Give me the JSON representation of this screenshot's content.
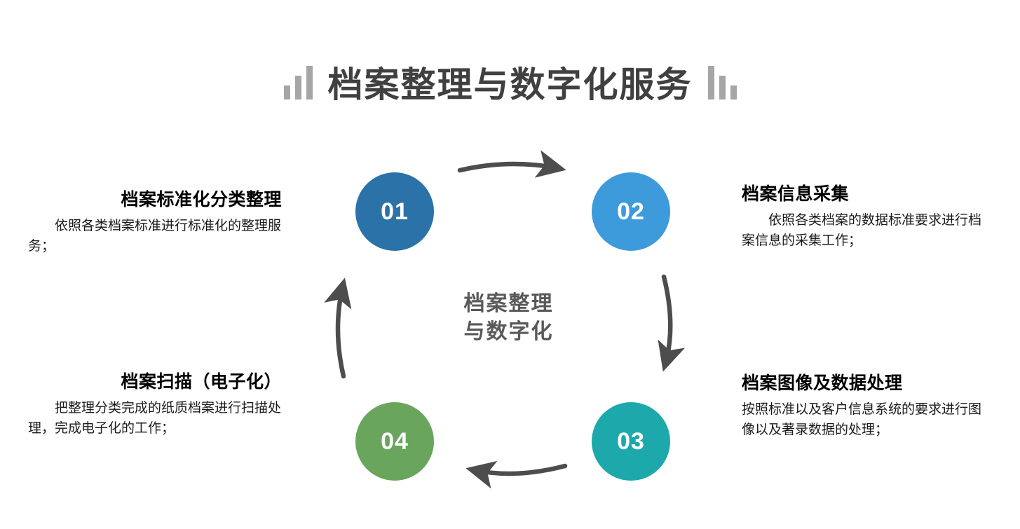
{
  "header": {
    "title": "档案整理与数字化服务",
    "decoration_left": "ascending-bars-icon",
    "decoration_right": "descending-bars-icon"
  },
  "center": {
    "line1": "档案整理",
    "line2": "与数字化",
    "color": "#595959"
  },
  "colors": {
    "node_01": "#2a72a8",
    "node_02": "#3d9bdb",
    "node_03": "#1da9ab",
    "node_04": "#6aa55e",
    "arrow": "#4d4d4d",
    "decoration": "#a6a6a6",
    "background": "#ffffff"
  },
  "nodes": [
    {
      "number": "01",
      "color": "#2a72a8"
    },
    {
      "number": "02",
      "color": "#3d9bdb"
    },
    {
      "number": "03",
      "color": "#1da9ab"
    },
    {
      "number": "04",
      "color": "#6aa55e"
    }
  ],
  "steps": [
    {
      "number": "01",
      "title": "档案标准化分类整理",
      "body": "依照各类档案标准进行标准化的整理服务；"
    },
    {
      "number": "02",
      "title": "档案信息采集",
      "body": "依照各类档案的数据标准要求进行档案信息的采集工作；"
    },
    {
      "number": "03",
      "title": "档案图像及数据处理",
      "body": "按照标准以及客户信息系统的要求进行图像以及著录数据的处理；"
    },
    {
      "number": "04",
      "title": "档案扫描（电子化）",
      "body": "把整理分类完成的纸质档案进行扫描处理，完成电子化的工作；"
    }
  ],
  "arrows": [
    {
      "name": "arrow-top-right",
      "from": "01",
      "to": "02",
      "direction": "right"
    },
    {
      "name": "arrow-right-down",
      "from": "02",
      "to": "03",
      "direction": "down"
    },
    {
      "name": "arrow-bottom-left",
      "from": "03",
      "to": "04",
      "direction": "left"
    },
    {
      "name": "arrow-left-up",
      "from": "04",
      "to": "01",
      "direction": "up"
    }
  ]
}
